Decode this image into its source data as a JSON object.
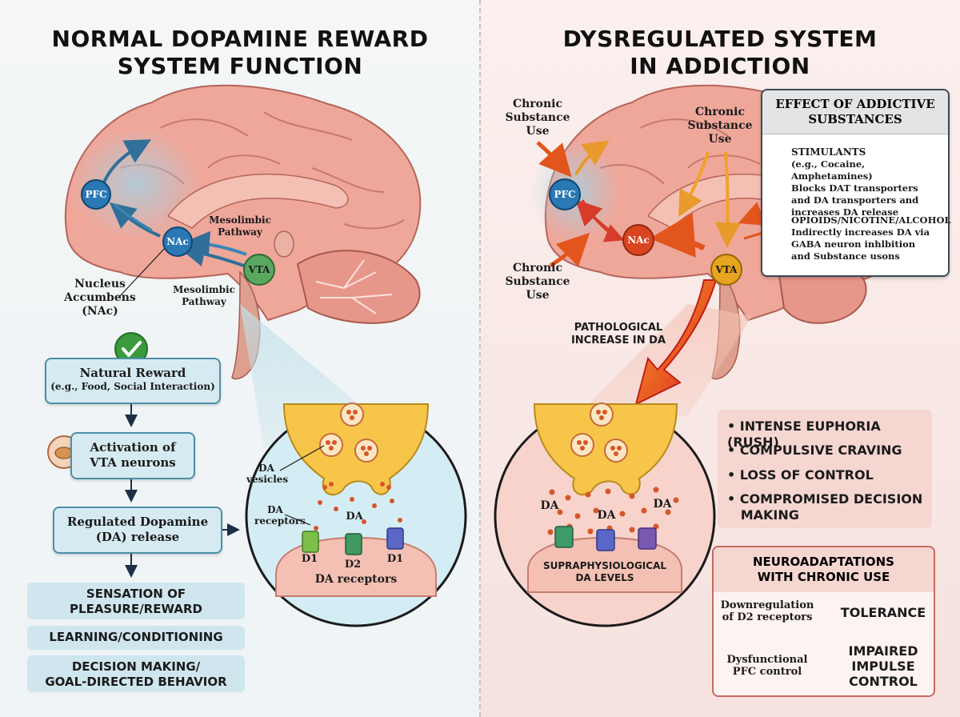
{
  "left": {
    "title_line1": "NORMAL DOPAMINE REWARD",
    "title_line2": "SYSTEM FUNCTION",
    "nodes": {
      "pfc": "PFC",
      "nac": "NAc",
      "vta": "VTA"
    },
    "labels": {
      "mesolimbic_upper": "Mesolimbic\nPathway",
      "mesolimbic_lower": "Mesolimbic\nPathway",
      "nucleus_accumbens": "Nucleus\nAccumbens\n(NAc)"
    },
    "flow": {
      "natural_reward_title": "Natural Reward",
      "natural_reward_sub": "(e.g., Food, Social Interaction)",
      "activation": "Activation of\nVTA neurons",
      "regulated_release": "Regulated Dopamine\n(DA) release"
    },
    "outcomes": [
      "SENSATION OF\nPLEASURE/REWARD",
      "LEARNING/CONDITIONING",
      "DECISION MAKING/\nGOAL-DIRECTED BEHAVIOR"
    ],
    "synapse": {
      "da_vesicles": "DA\nvesicles",
      "da": "DA",
      "da_receptors_pointer": "DA\nreceptors",
      "receptor_d1_a": "D1",
      "receptor_d2": "D2",
      "receptor_d1_b": "D1",
      "caption": "DA receptors"
    }
  },
  "right": {
    "title_line1": "DYSREGULATED SYSTEM",
    "title_line2": "IN ADDICTION",
    "nodes": {
      "pfc": "PFC",
      "nac": "NAc",
      "vta": "VTA"
    },
    "chronic_labels": [
      "Chronic\nSubstance\nUse",
      "Chronic\nSubstance\nUse",
      "Chronic\nSubstance\nUse"
    ],
    "pathological": "PATHOLOGICAL\nINCREASE IN DA",
    "effect_box": {
      "title": "EFFECT OF ADDICTIVE\nSUBSTANCES",
      "stimulants_name": "STIMULANTS",
      "stimulants_desc": "(e.g., Cocaine, Amphetamines)\nBlocks DAT transporters\nand DA transporters and\nincreases DA release",
      "opioids_name": "OPIOIDS/NICOTINE/ALCOHOL",
      "opioids_desc": "Indirectly increases DA via\nGABA neuron inhlbition\nand Substance usons"
    },
    "synapse": {
      "da_left": "DA",
      "da_center": "DA",
      "da_right": "DA",
      "caption": "SUPRAPHYSIOLOGICAL\nDA LEVELS"
    },
    "symptoms": [
      "• INTENSE EUPHORIA (RUSH)",
      "• COMPULSIVE CRAVING",
      "• LOSS OF CONTROL",
      "• COMPROMISED DECISION\n   MAKING"
    ],
    "neuroadaptations": {
      "title": "NEUROADAPTATIONS\nWITH CHRONIC USE",
      "downregulation": "Downregulation\nof D2 receptors",
      "tolerance": "TOLERANCE",
      "dysfunctional": "Dysfunctional\nPFC control",
      "impaired": "IMPAIRED\nIMPULSE\nCONTROL"
    }
  },
  "colors": {
    "pfc_node": "#2a78b4",
    "vta_node_normal": "#5aa860",
    "nac_node_addiction": "#d9451f",
    "vta_node_addiction": "#e7a41e",
    "pathway_blue": "#3c86b6",
    "pathway_orange": "#ee6a1f",
    "check_green": "#3a9a3c",
    "brain_pink": "#efa79a",
    "terminal_yellow": "#f6c54a"
  }
}
